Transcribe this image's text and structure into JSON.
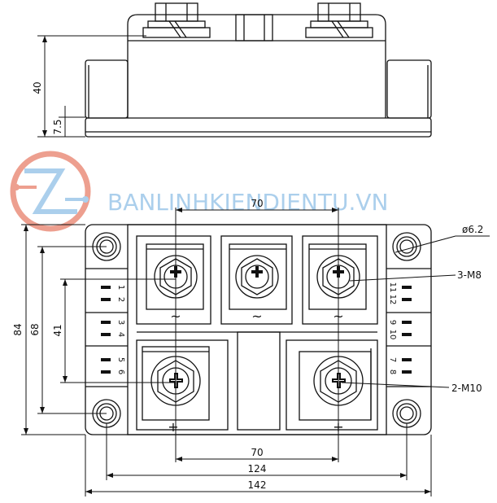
{
  "watermark": {
    "text": "BANLINHKIENDIENTU.VN",
    "logo_icon": "circuit-logo-icon",
    "color": "#8fbfe6",
    "logo_color": "#e8806a"
  },
  "side_view": {
    "height_total": "40",
    "height_base": "7.5"
  },
  "top_view": {
    "dim_terminal_spacing_top": "70",
    "dim_terminal_spacing_bottom": "70",
    "dim_mount_holes": "124",
    "dim_overall_width": "142",
    "dim_overall_height": "84",
    "dim_mount_height": "68",
    "dim_pin_span": "41",
    "callout_hole": "ø6.2",
    "callout_ac_screws": "3-M8",
    "callout_dc_screws": "2-M10",
    "ac_symbol": "~",
    "dc_symbol": "+",
    "pins_left": [
      "1",
      "2",
      "3",
      "4",
      "5",
      "6"
    ],
    "pins_right": [
      "11",
      "12",
      "9",
      "10",
      "7",
      "8"
    ]
  }
}
